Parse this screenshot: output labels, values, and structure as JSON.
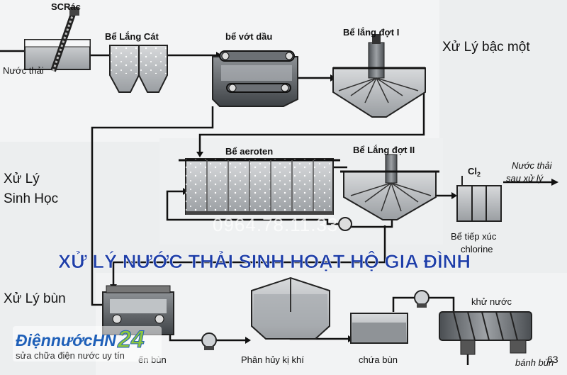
{
  "labels": {
    "screen": "SCRác",
    "influent": "Nước thải",
    "grit_tank": "Bể Lắng Cát",
    "oil_tank": "bể vớt dầu",
    "primary_clarifier": "Bể lắng đợt I",
    "aeration_tank": "Bể aeroten",
    "secondary_clarifier": "Bể Lắng đợt II",
    "chlorine_symbol": "Cl",
    "chlorine_subscript": "2",
    "effluent_line1": "Nước thải",
    "effluent_line2": "sau xử lý",
    "contact_tank_line1": "Bể tiếp xúc",
    "contact_tank_line2": "chlorine",
    "sludge_thickener": "ến bùn",
    "digester": "Phân hủy kị khí",
    "sludge_storage": "chứa bùn",
    "dewatering": "khử nước",
    "sludge_cake": "bánh bùn"
  },
  "stages": {
    "primary": "Xử Lý bậc một",
    "bio_line1": "Xử Lý",
    "bio_line2": "Sinh Học",
    "sludge": "Xử Lý bùn"
  },
  "banner": {
    "title": "XỬ LÝ NƯỚC THẢI SINH HOẠT HỘ GIA ĐÌNH",
    "watermark": "0964.78.11.33",
    "color": "#1e3ea8"
  },
  "brand": {
    "name": "ĐiệnnướcHN",
    "number": "24",
    "tagline": "sửa chữa điện nước uy tín",
    "name_color": "#1e5fb8",
    "accent_color": "#8cc63f"
  },
  "page_number": "63"
}
